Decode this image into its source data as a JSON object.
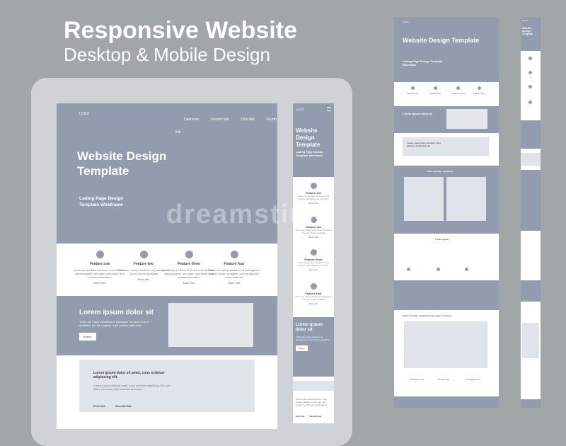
{
  "headline": {
    "line1": "Responsive Website",
    "line2": "Desktop & Mobile Design"
  },
  "desktop": {
    "logo": "LOGO",
    "nav": [
      "Overview",
      "Second link",
      "Third link",
      "Fourth link"
    ],
    "hero_title": "Website Design Template",
    "hero_sub": "Lading Page Design Template Wireframe",
    "features": [
      {
        "title": "Feature one",
        "text": "Lorem ipsum dolor sit amet, cons ectetuer adipiscing elit, sed diam nonummy nibh euismod tincidunt",
        "more": "More Info"
      },
      {
        "title": "Feature two",
        "text": "There are many variations of passages of Lorem Ipsum available",
        "more": "More info"
      },
      {
        "title": "Feature three",
        "text": "Lorem ipsum dolor sit amet, cons ectetuer adipiscing elit, sed diam nonummy nibh euismod tincidunt",
        "more": "More info"
      },
      {
        "title": "Feature four",
        "text": "There are many variations of passages of Lorem Ipsum available, but the majority have suffered",
        "more": "More info"
      }
    ],
    "band_title": "Lorem ipsum dolor sit",
    "band_text": "There are many variations of passages of Lorem Ipsum available, but the majority have suffered alteration",
    "band_button": "Button",
    "card_title": "Lorem ipsum dolor sit amet, cons ectetuer adipiscing elit.",
    "card_text": "Lorem ipsum dolor sit amet, cons ectetuer adipiscing elit, sed diam nonummy nibh euismod tincidunt",
    "card_links": [
      "First link",
      "Second link"
    ]
  },
  "mobile": {
    "logo": "LOGO",
    "hero_title": "Website Design Template",
    "hero_sub": "Lading Page Design Template Wireframe",
    "features": [
      {
        "title": "Feature one",
        "text": "Lorem ipsum dolor sit amet, cons ectetuer adipiscing elit, sed diam",
        "more": "More Info"
      },
      {
        "title": "Feature two",
        "text": "There are many variations of passages of Lorem Ipsum available",
        "more": "More info"
      },
      {
        "title": "Feature three",
        "text": "Lorem ipsum dolor sit amet, cons ectetuer adipiscing elit, sed diam",
        "more": "More info"
      },
      {
        "title": "Feature four",
        "text": "There are many variations of passages of Lorem Ipsum available",
        "more": "More info"
      }
    ],
    "band_title": "Lorem ipsum dolor sit",
    "band_text": "There are many variations of passages of Lorem Ipsum available",
    "band_button": "Button",
    "card_text": "Lorem ipsum dolor sit amet, cons ectetuer adipiscing elit, sed diam nonummy nibh euismod tincidunt",
    "card_links": [
      "First link",
      "Second link"
    ]
  },
  "full_page": {
    "logo": "LOGO",
    "hero_title": "Website Design Template",
    "hero_sub": "Lading Page Design Template Wireframe",
    "feature_titles": [
      "Feature one",
      "Feature two",
      "Feature three",
      "Feature four"
    ],
    "band_title": "Lorem ipsum dolor sit",
    "card_title": "Lorem ipsum dolor sit amet, cons ectetuer adipiscing elit.",
    "variations_title": "There are many variations",
    "lorem_title": "Lorem ipsum",
    "variations_title2": "There are many variations of passages of Lorem",
    "bottom_titles": [
      "Duis autem vel",
      "Ut wisi enim",
      "Duis autem vel"
    ]
  },
  "mobile_full": {
    "logo": "LOGO",
    "hero_title": "Website Design Template"
  },
  "watermark": "dreamstime"
}
